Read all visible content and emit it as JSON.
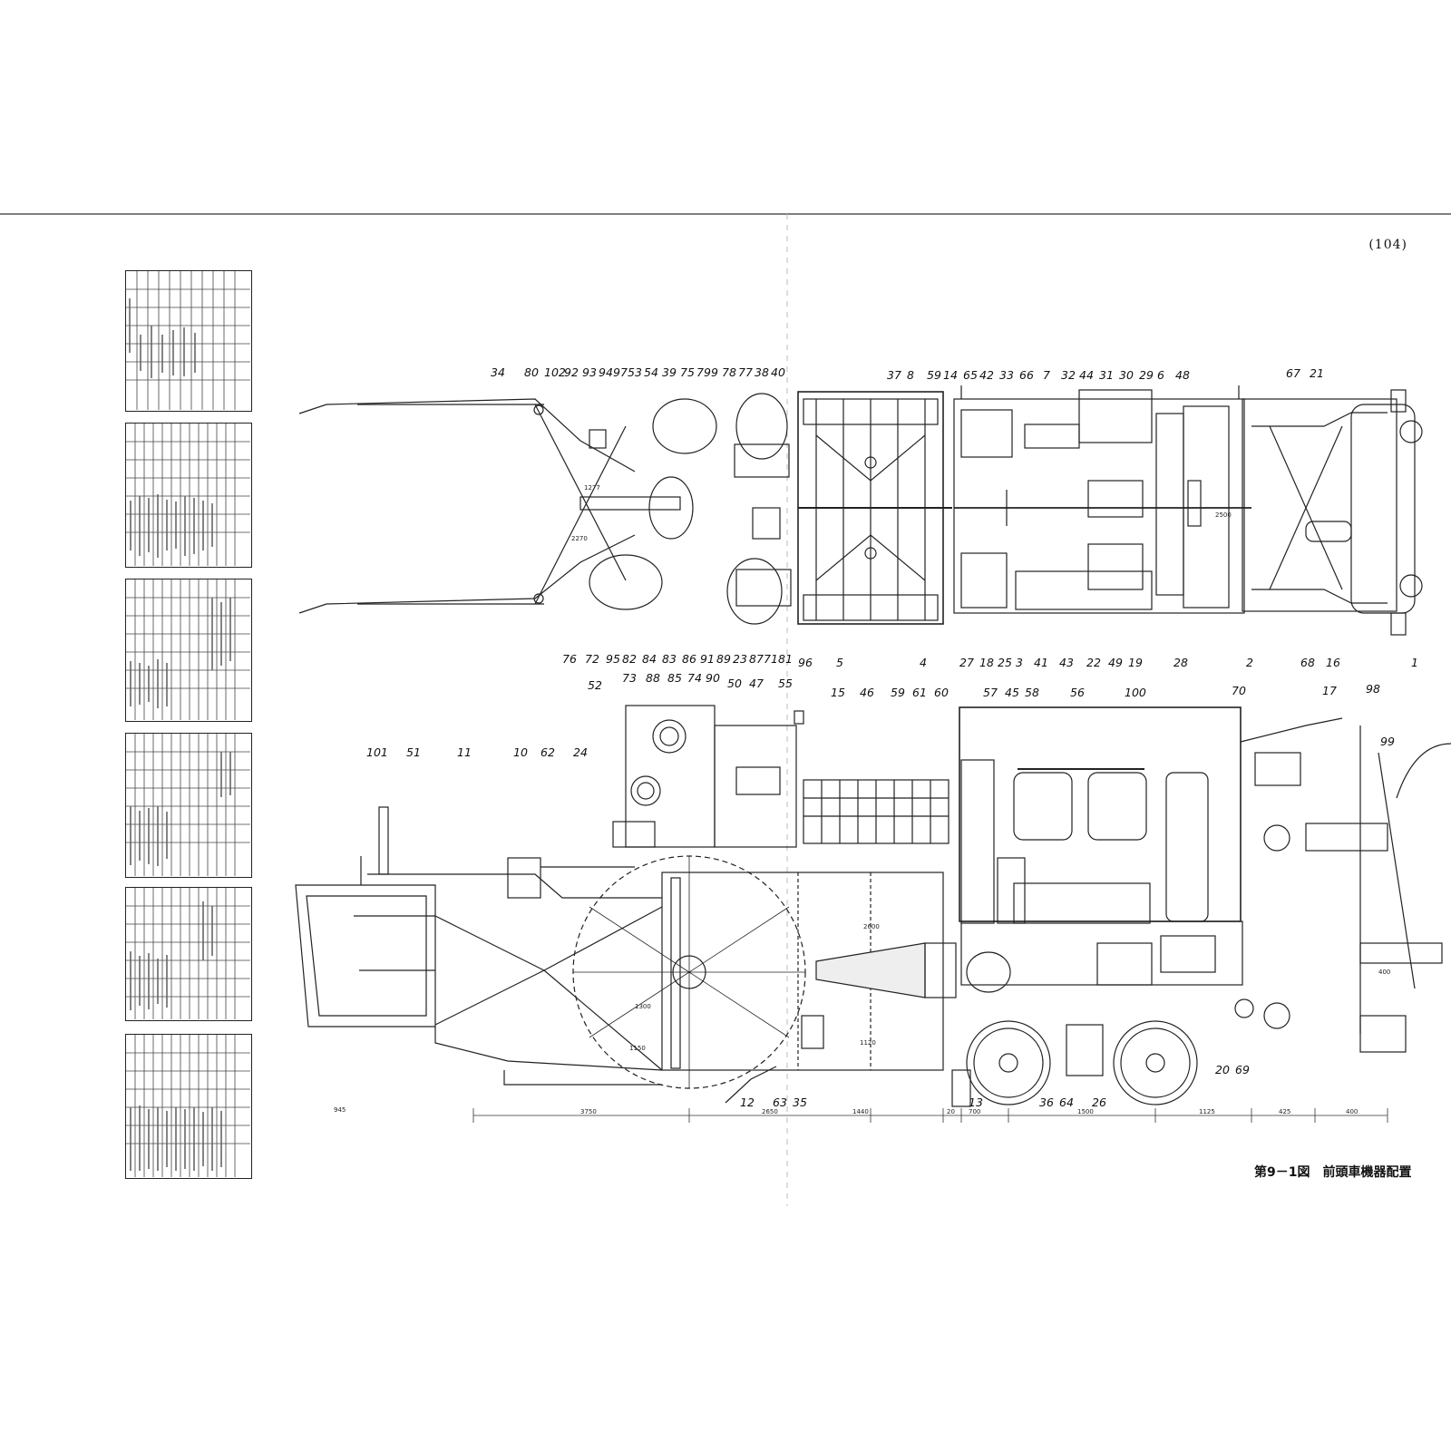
{
  "page_number": "(104)",
  "caption": {
    "figure": "第9－1図",
    "title": "前頭車機器配置"
  },
  "plan_view_top_labels": [
    "34",
    "80",
    "102",
    "92",
    "93",
    "94",
    "97",
    "53",
    "54",
    "39",
    "75",
    "79",
    "9",
    "78",
    "77",
    "38",
    "40",
    "37",
    "8",
    "59",
    "14",
    "65",
    "42",
    "33",
    "66",
    "7",
    "32",
    "44",
    "31",
    "30",
    "29",
    "6",
    "48",
    "67",
    "21"
  ],
  "plan_view_bottom_labels": [
    "76",
    "72",
    "95",
    "82",
    "73",
    "88",
    "84",
    "85",
    "83",
    "86",
    "74",
    "91",
    "90",
    "89",
    "23",
    "87",
    "71",
    "81",
    "96",
    "5",
    "4",
    "27",
    "18",
    "25",
    "3",
    "41",
    "43",
    "22",
    "49",
    "19",
    "28",
    "2",
    "68",
    "16",
    "1"
  ],
  "side_view_top_labels": [
    "52",
    "50",
    "47",
    "55",
    "15",
    "46",
    "59",
    "61",
    "60",
    "57",
    "45",
    "58",
    "56",
    "100",
    "70",
    "17",
    "98",
    "99"
  ],
  "side_view_left_labels": [
    "101",
    "51",
    "11",
    "10",
    "62",
    "24"
  ],
  "side_view_bottom_labels": [
    "12",
    "63",
    "35",
    "13",
    "36",
    "64",
    "26",
    "20",
    "69"
  ],
  "dimensions": [
    "3750",
    "2650",
    "1440",
    "20",
    "700",
    "1500",
    "1125",
    "425",
    "400",
    "1150",
    "1120",
    "2600",
    "1300",
    "2500",
    "1277",
    "2270",
    "945",
    "400"
  ]
}
